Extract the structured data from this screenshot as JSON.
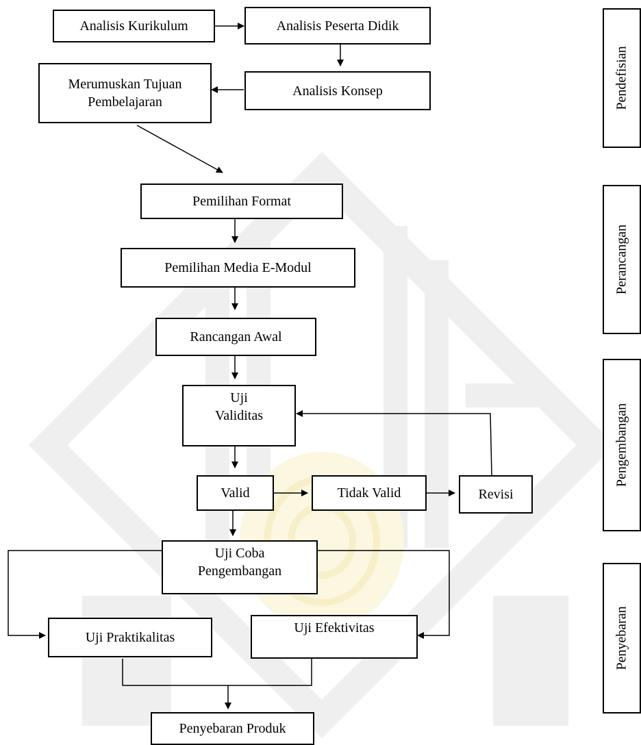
{
  "diagram": {
    "steps": {
      "analisis_kurikulum": "Analisis Kurikulum",
      "analisis_peserta_didik": "Analisis Peserta Didik",
      "merumuskan_tujuan": "Merumuskan Tujuan\nPembelajaran",
      "analisis_konsep": "Analisis Konsep",
      "pemilihan_format": "Pemilihan Format",
      "pemilihan_media": "Pemilihan Media E-Modul",
      "rancangan_awal": "Rancangan Awal",
      "uji_validitas": "Uji\nValiditas",
      "valid": "Valid",
      "tidak_valid": "Tidak Valid",
      "revisi": "Revisi",
      "uji_coba": "Uji Coba\nPengembangan",
      "uji_praktikalitas": "Uji Praktikalitas",
      "uji_efektivitas": "Uji Efektivitas",
      "penyebaran_produk": "Penyebaran Produk"
    },
    "stages": {
      "pendefinisian": "Pendefisian",
      "perancangan": "Perancangan",
      "pengembangan": "Pengembangan",
      "penyebaran": "Penyebaran"
    }
  },
  "colors": {
    "line": "#000000",
    "watermark": "#ececec",
    "watermark_center": "#fbf6dc"
  }
}
